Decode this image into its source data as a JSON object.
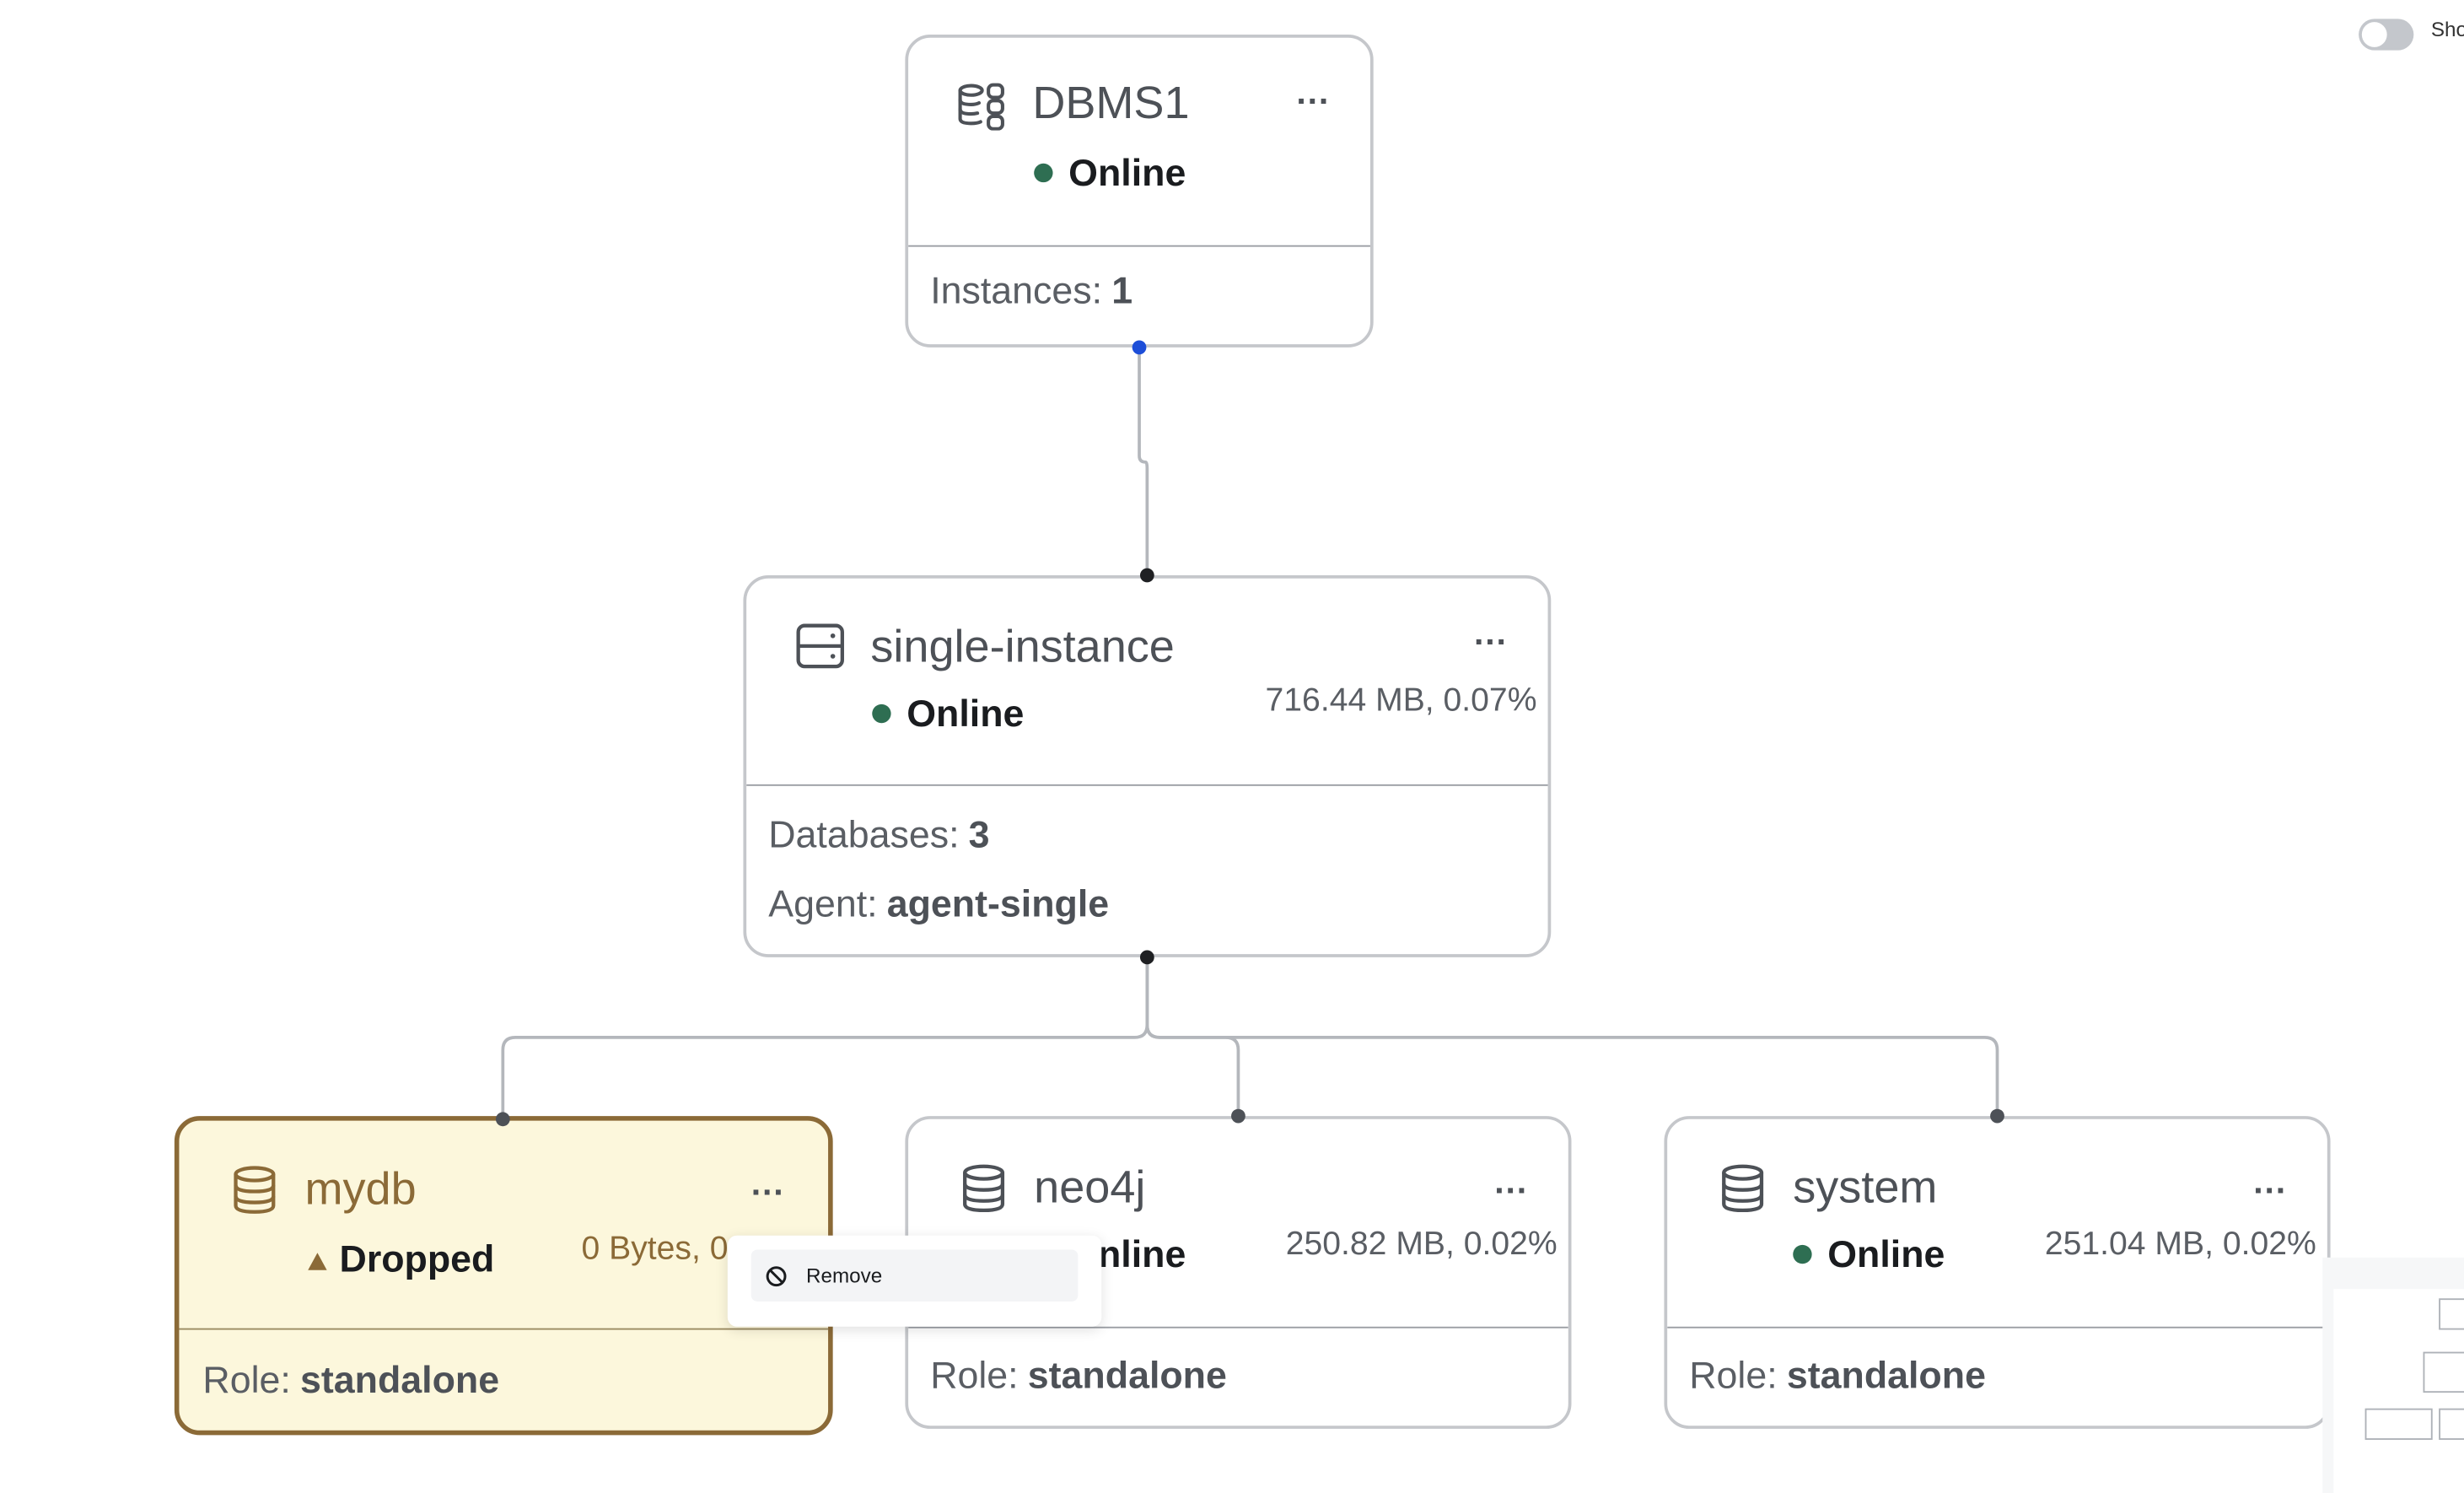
{
  "toggle": {
    "label": "Sho",
    "checked": false
  },
  "dbms": {
    "title": "DBMS1",
    "status": "Online",
    "instances_label": "Instances:",
    "instances_value": "1",
    "icon": "database-cluster-icon",
    "menu": "..."
  },
  "instance": {
    "title": "single-instance",
    "status": "Online",
    "metrics": "716.44 MB, 0.07%",
    "databases_label": "Databases:",
    "databases_value": "3",
    "agent_label": "Agent:",
    "agent_value": "agent-single",
    "icon": "server-icon",
    "menu": "..."
  },
  "databases": [
    {
      "name": "mydb",
      "status": "Dropped",
      "metrics": "0 Bytes, 0",
      "role_label": "Role:",
      "role_value": "standalone",
      "menu": "...",
      "state": "dropped",
      "icon": "database-icon"
    },
    {
      "name": "neo4j",
      "status": "Online",
      "metrics": "250.82 MB, 0.02%",
      "role_label": "Role:",
      "role_value": "standalone",
      "menu": "...",
      "state": "online",
      "icon": "database-icon"
    },
    {
      "name": "system",
      "status": "Online",
      "metrics": "251.04 MB, 0.02%",
      "role_label": "Role:",
      "role_value": "standalone",
      "menu": "...",
      "state": "online",
      "icon": "database-icon"
    }
  ],
  "context_menu": {
    "items": [
      {
        "label": "Remove",
        "icon": "ban-icon"
      }
    ]
  },
  "colors": {
    "online": "#2e6e52",
    "dropped": "#8b6a37",
    "dropped_bg": "#fcf7dc",
    "selected_handle": "#1d4ed8"
  }
}
